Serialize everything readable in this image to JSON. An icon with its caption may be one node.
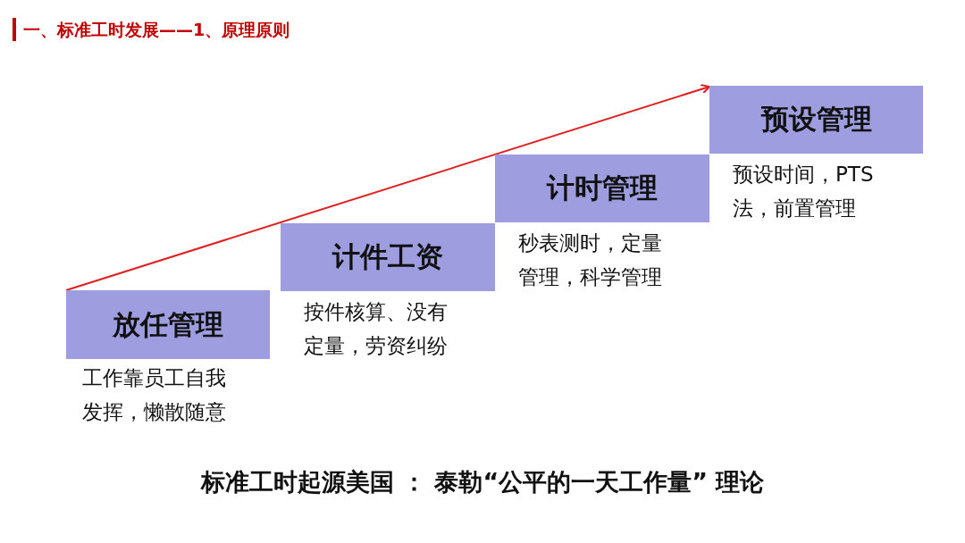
{
  "diagram": {
    "title": "一、标准工时发展——1、原理原则",
    "caption": "标准工时起源美国 ： 泰勒“公平的一天工作量” 理论",
    "nodes": [
      {
        "text": [
          "放任管理"
        ],
        "beside": [
          "工作靠员工自我发挥，懒散随意"
        ]
      },
      {
        "text": [
          "计件工资"
        ],
        "beside": [
          "按件核算、没有定量，劳资纠纷"
        ]
      },
      {
        "text": [
          "计时管理"
        ],
        "beside": [
          "秒表测时，定量管理，科学管理"
        ]
      },
      {
        "text": [
          "预设管理"
        ],
        "beside": [
          "预设时间，PTS法，前置管理"
        ]
      }
    ],
    "edges": [
      {
        "from": 0,
        "to": 3,
        "arrow": "to",
        "color": "#e02020"
      }
    ]
  }
}
